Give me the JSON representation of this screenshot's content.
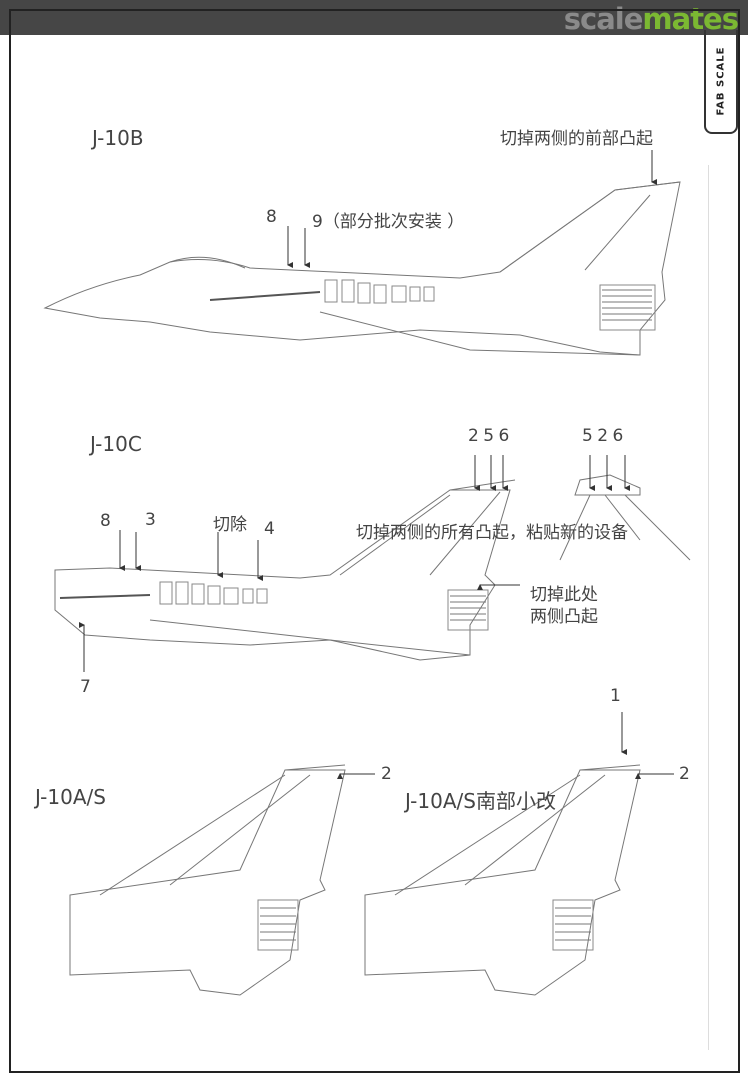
{
  "watermark": {
    "part1": "scale",
    "part2": "mates"
  },
  "brand_logo": "FAB SCALE",
  "sections": {
    "j10b": {
      "title": "J-10B",
      "note_tail": "切掉两侧的前部凸起",
      "label_8": "8",
      "label_9": "9（部分批次安装 ）"
    },
    "j10c": {
      "title": "J-10C",
      "tail_left_nums": "2 5 6",
      "tail_right_nums": "5 2 6",
      "note_tail": "切掉两侧的所有凸起，粘贴新的设备",
      "note_side_1": "切掉此处",
      "note_side_2": "两侧凸起",
      "label_8": "8",
      "label_3": "3",
      "label_cut": "切除",
      "label_4": "4",
      "label_7": "7"
    },
    "j10as": {
      "title": "J-10A/S",
      "label_2": "2"
    },
    "j10as_mod": {
      "title": "J-10A/S南部小改",
      "label_1": "1",
      "label_2": "2"
    }
  }
}
